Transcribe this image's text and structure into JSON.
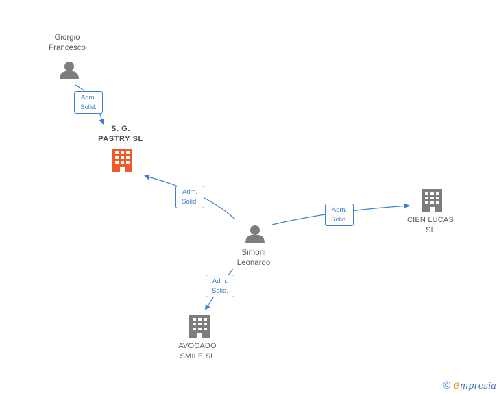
{
  "colors": {
    "edge": "#3a7fd1",
    "person": "#7d7d7d",
    "company": "#7d7d7d",
    "main_company": "#f05a28"
  },
  "nodes": {
    "giorgio": {
      "label": "Giorgio\nFrancesco",
      "type": "person",
      "icon": "person-icon"
    },
    "sg_pastry": {
      "label": "S. G.\nPASTRY  SL",
      "type": "main-company",
      "icon": "building-icon"
    },
    "simoni": {
      "label": "Simoni\nLeonardo",
      "type": "person",
      "icon": "person-icon"
    },
    "cien_lucas": {
      "label": "CIEN LUCAS\nSL",
      "type": "company",
      "icon": "building-icon"
    },
    "avocado": {
      "label": "AVOCADO\nSMILE  SL",
      "type": "company",
      "icon": "building-icon"
    }
  },
  "edges": [
    {
      "from": "giorgio",
      "to": "sg_pastry",
      "line1": "Adm.",
      "line2": "Solid."
    },
    {
      "from": "simoni",
      "to": "sg_pastry",
      "line1": "Adm.",
      "line2": "Solid."
    },
    {
      "from": "simoni",
      "to": "cien_lucas",
      "line1": "Adm.",
      "line2": "Solid."
    },
    {
      "from": "simoni",
      "to": "avocado",
      "line1": "Adm.",
      "line2": "Solid."
    }
  ],
  "branding": {
    "copyright": "©",
    "initial": "e",
    "name": "mpresia"
  }
}
